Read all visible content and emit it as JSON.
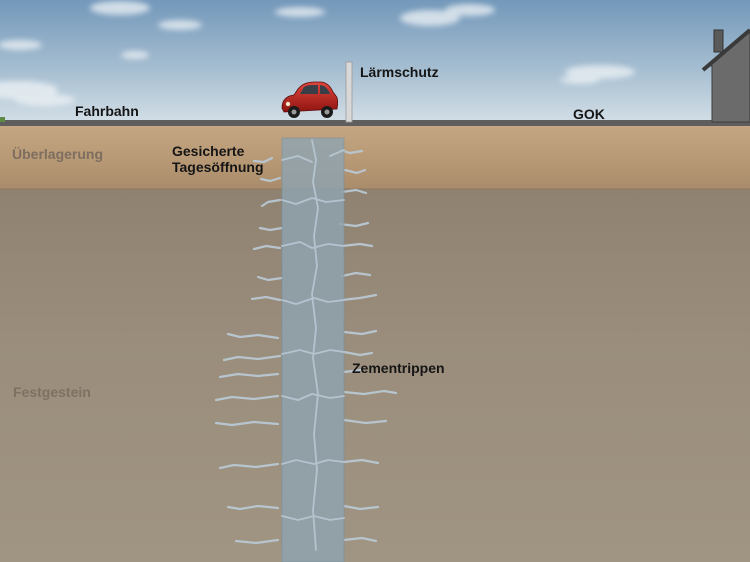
{
  "labels": {
    "road": "Fahrbahn",
    "noise_barrier": "Lärmschutz",
    "ground_level": "GOK",
    "overburden": "Überlagerung",
    "secured_opening_line1": "Gesicherte",
    "secured_opening_line2": "Tagesöffnung",
    "cement_ribs": "Zementrippen",
    "bedrock": "Festgestein"
  },
  "colors": {
    "sky_top": "#6f95b8",
    "sky_bottom": "#c9d9e4",
    "surface": "#5f5f5f",
    "overburden": "#b89a78",
    "bedrock": "#978a79",
    "shaft_fill": "#8fa2ae",
    "cracks": "#b7c7d3",
    "car": "#b8201a",
    "house": "#6a6a6a"
  },
  "icons": [
    "car-icon",
    "house-icon",
    "noise-barrier-post"
  ]
}
